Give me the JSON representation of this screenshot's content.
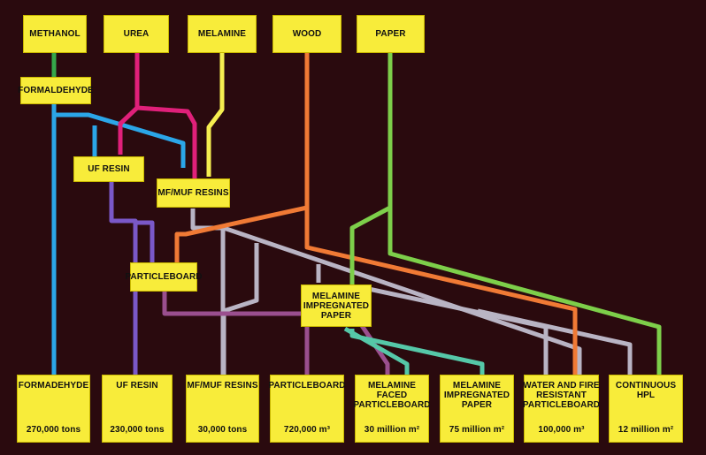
{
  "sources": [
    {
      "id": "methanol",
      "label": "METHANOL"
    },
    {
      "id": "urea",
      "label": "UREA"
    },
    {
      "id": "melamine",
      "label": "MELAMINE"
    },
    {
      "id": "wood",
      "label": "WOOD"
    },
    {
      "id": "paper",
      "label": "PAPER"
    }
  ],
  "intermediates": [
    {
      "id": "formaldehyde",
      "label": "FORMALDEHYDE"
    },
    {
      "id": "uf-resin",
      "label": "UF RESIN"
    },
    {
      "id": "mf-muf-resins",
      "label": "MF/MUF RESINS"
    },
    {
      "id": "particleboard",
      "label": "PARTICLEBOARD"
    },
    {
      "id": "melamine-impregnated-paper",
      "label": "MELAMINE IMPREGNATED PAPER"
    }
  ],
  "outputs": [
    {
      "id": "formadehyde",
      "label": "FORMADEHYDE",
      "value": "270,000 tons"
    },
    {
      "id": "uf-resin",
      "label": "UF RESIN",
      "value": "230,000 tons"
    },
    {
      "id": "mf-muf-resins",
      "label": "MF/MUF RESINS",
      "value": "30,000 tons"
    },
    {
      "id": "particleboard",
      "label": "PARTICLEBOARD",
      "value": "720,000 m³"
    },
    {
      "id": "melamine-faced-particleboard",
      "label": "MELAMINE FACED PARTICLEBOARD",
      "value": "30 million m²"
    },
    {
      "id": "melamine-impregnated-paper",
      "label": "MELAMINE IMPREGNATED PAPER",
      "value": "75 million m²"
    },
    {
      "id": "water-fire-resistant-particleboard",
      "label": "WATER AND FIRE RESISTANT PARTICLEBOARD",
      "value": "100,000 m³"
    },
    {
      "id": "continuous-hpl",
      "label": "CONTINUOUS HPL",
      "value": "12 million m²"
    }
  ],
  "colors": {
    "background": "#2a0a0e",
    "box": "#f8ec3a",
    "methanol_line": "#35a84a",
    "formaldehyde_line": "#2ba6e8",
    "urea_line": "#e0207a",
    "melamine_line": "#f5ee50",
    "wood_line": "#f07a35",
    "paper_line": "#7dcf4a",
    "uf_resin_line": "#7a58c8",
    "mf_resin_line": "#b9b4c4",
    "particleboard_line": "#9a4f8e",
    "mip_line": "#55c8a8"
  }
}
